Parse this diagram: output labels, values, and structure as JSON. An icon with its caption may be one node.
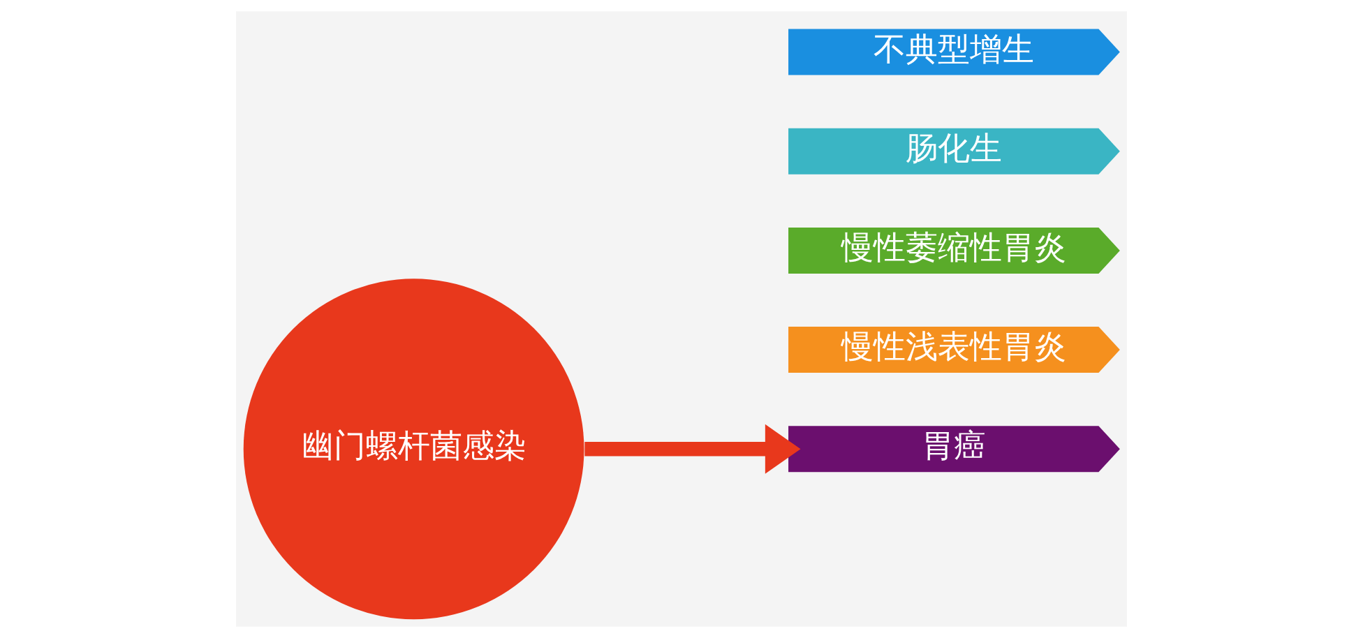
{
  "diagram": {
    "nodes": [
      {
        "text": [
          "幽门螺杆菌感染"
        ]
      },
      {
        "text": [
          "胃癌"
        ]
      },
      {
        "text": [
          "不典型增生"
        ]
      },
      {
        "text": [
          "肠化生"
        ]
      },
      {
        "text": [
          "慢性萎缩性胃炎"
        ]
      },
      {
        "text": [
          "慢性浅表性胃炎"
        ]
      }
    ],
    "edges": [
      {
        "from": 0,
        "to": 1,
        "arrow": "to"
      }
    ]
  }
}
